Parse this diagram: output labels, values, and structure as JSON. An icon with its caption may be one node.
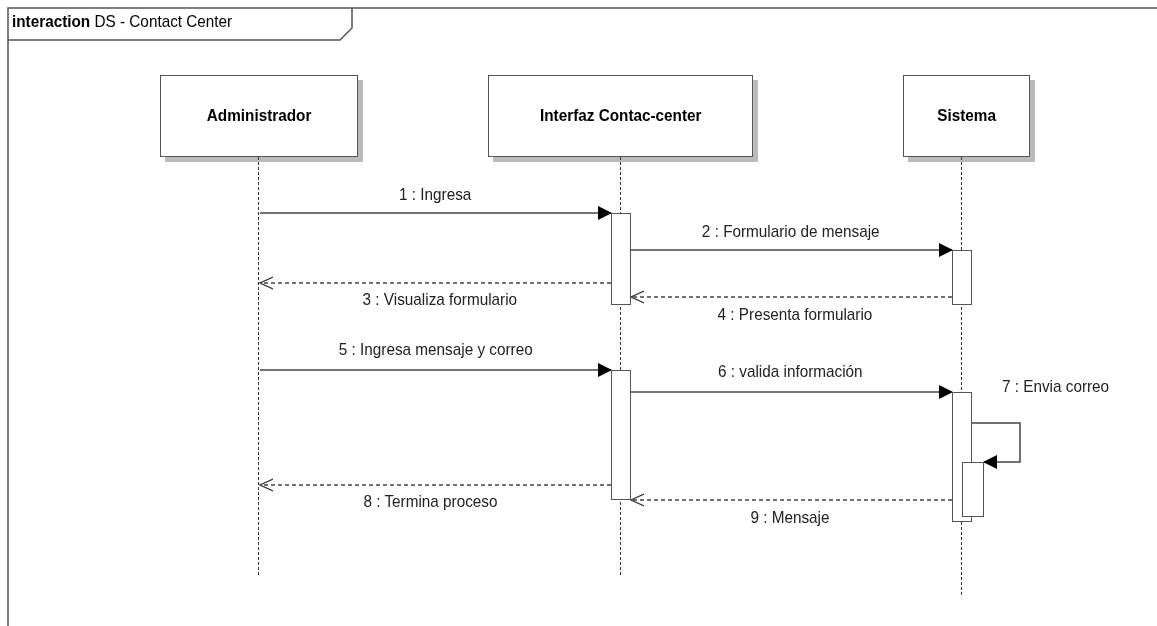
{
  "diagram": {
    "title": "**interaction** DS - Contact Center",
    "nodes": [
      {
        "text": [
          "Administrador"
        ]
      },
      {
        "text": [
          "Interfaz Contac-center"
        ]
      },
      {
        "text": [
          "Sistema"
        ]
      },
      {
        "text": [],
        "shape": "line"
      },
      {
        "text": [],
        "shape": "line"
      },
      {
        "text": [],
        "shape": "line"
      },
      {
        "text": [],
        "shape": "bar"
      },
      {
        "text": [],
        "shape": "bar"
      },
      {
        "text": [],
        "shape": "bar"
      },
      {
        "text": [],
        "shape": "bar"
      },
      {
        "text": [],
        "shape": "bar"
      }
    ],
    "edges": [
      {
        "from": 3,
        "to": 6,
        "arrow": "to",
        "label": "1 : Ingresa"
      },
      {
        "from": 6,
        "to": 7,
        "arrow": "to",
        "label": "2 : Formulario de mensaje"
      },
      {
        "from": 6,
        "to": 3,
        "arrow": "to",
        "label": "3 : Visualiza formulario",
        "style": "dashed"
      },
      {
        "from": 7,
        "to": 6,
        "arrow": "to",
        "label": "4 : Presenta formulario",
        "style": "dashed"
      },
      {
        "from": 3,
        "to": 8,
        "arrow": "to",
        "label": "5 : Ingresa mensaje y correo"
      },
      {
        "from": 8,
        "to": 9,
        "arrow": "to",
        "label": "6 : valida información"
      },
      {
        "from": 9,
        "to": 10,
        "arrow": "to",
        "label": "7 : Envia correo"
      },
      {
        "from": 8,
        "to": 3,
        "arrow": "to",
        "label": "8 : Termina proceso",
        "style": "dashed"
      },
      {
        "from": 9,
        "to": 8,
        "arrow": "to",
        "label": "9 : Mensaje",
        "style": "dashed"
      }
    ]
  }
}
